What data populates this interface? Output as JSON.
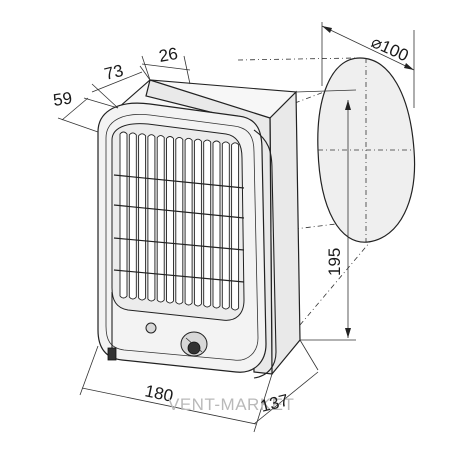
{
  "drawing": {
    "dimensions": {
      "diameter": "⌀100",
      "depth_top": "26",
      "depth_mid": "73",
      "depth_front": "59",
      "height": "195",
      "width": "180",
      "depth_bottom": "137"
    },
    "watermark": "VENT-MARKET"
  }
}
